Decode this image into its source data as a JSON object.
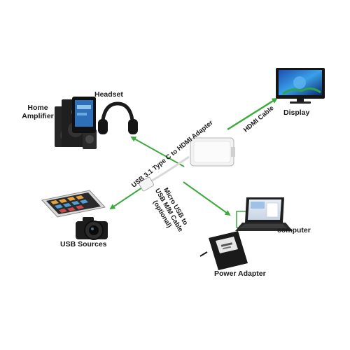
{
  "labels": {
    "home_amplifier": [
      "Home",
      "Amplifier"
    ],
    "headset": "Headset",
    "display": "Display",
    "usb_sources": "USB Sources",
    "computer": "computer",
    "power_adapter": "Power Adapter"
  },
  "cables": {
    "hdmi": "HDMI Cable",
    "usb_c": "USB 3.1 Type C to HDMI Adapter",
    "micro_usb": [
      "Micro USB to",
      "USB M/M Cable",
      "(optional)"
    ]
  },
  "colors": {
    "arrow": "#3daa3d",
    "device_dark": "#2a2a2a",
    "adapter": "#f2f2f2"
  },
  "icons": [
    "speaker-icon",
    "headphones-icon",
    "tv-icon",
    "tablet-icon",
    "camera-icon",
    "laptop-icon",
    "power-adapter-icon",
    "hdmi-adapter-icon"
  ]
}
